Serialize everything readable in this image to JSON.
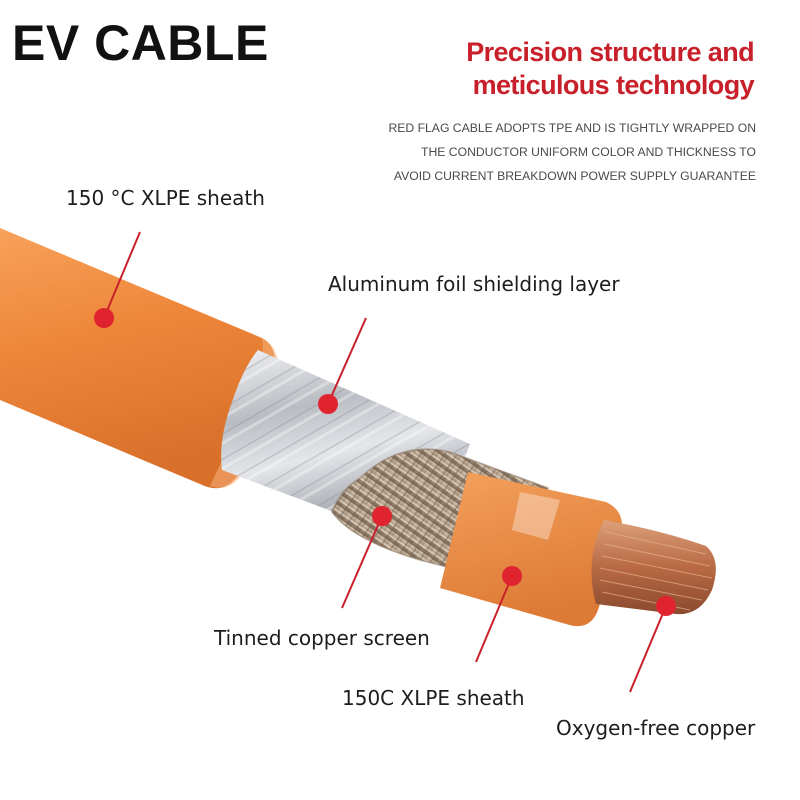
{
  "title": "EV CABLE",
  "headline": [
    "Precision structure and",
    "meticulous technology"
  ],
  "description": [
    "RED FLAG CABLE ADOPTS TPE AND IS TIGHTLY WRAPPED ON",
    "THE CONDUCTOR UNIFORM COLOR AND THICKNESS TO",
    "AVOID CURRENT BREAKDOWN POWER SUPPLY GUARANTEE"
  ],
  "callouts": {
    "outer_sheath": "150 °C XLPE sheath",
    "foil": "Aluminum foil shielding layer",
    "screen": "Tinned copper screen",
    "inner_sheath": "150C XLPE sheath",
    "conductor": "Oxygen-free copper"
  },
  "colors": {
    "accent": "#c8202a",
    "sheath": "#ef8a3c",
    "foil": "#c9ccd0",
    "braid": "#b9a48c",
    "copper": "#c0744a"
  }
}
